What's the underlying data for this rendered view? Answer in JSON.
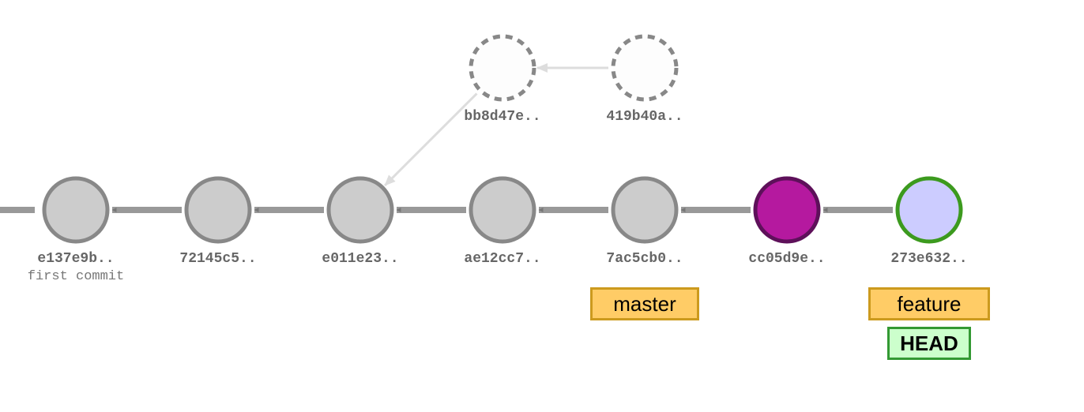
{
  "commits": [
    {
      "id": "e137e9b",
      "label": "e137e9b..",
      "message": "first commit",
      "fill": "#cccccc",
      "stroke": "#888888",
      "style": "solid"
    },
    {
      "id": "72145c5",
      "label": "72145c5..",
      "message": "",
      "fill": "#cccccc",
      "stroke": "#888888",
      "style": "solid"
    },
    {
      "id": "e011e23",
      "label": "e011e23..",
      "message": "",
      "fill": "#cccccc",
      "stroke": "#888888",
      "style": "solid"
    },
    {
      "id": "ae12cc7",
      "label": "ae12cc7..",
      "message": "",
      "fill": "#cccccc",
      "stroke": "#888888",
      "style": "solid"
    },
    {
      "id": "7ac5cb0",
      "label": "7ac5cb0..",
      "message": "",
      "fill": "#cccccc",
      "stroke": "#888888",
      "style": "solid"
    },
    {
      "id": "cc05d9e",
      "label": "cc05d9e..",
      "message": "",
      "fill": "#b5199f",
      "stroke": "#5e105a",
      "style": "solid"
    },
    {
      "id": "273e632",
      "label": "273e632..",
      "message": "",
      "fill": "#ccccff",
      "stroke": "#3c9a1e",
      "style": "solid"
    },
    {
      "id": "bb8d47e",
      "label": "bb8d47e..",
      "message": "",
      "fill": "#fdfdfd",
      "stroke": "#888888",
      "style": "dashed"
    },
    {
      "id": "419b40a",
      "label": "419b40a..",
      "message": "",
      "fill": "#fdfdfd",
      "stroke": "#888888",
      "style": "dashed"
    }
  ],
  "edges": [
    {
      "from": "72145c5",
      "to": "e137e9b",
      "style": "main"
    },
    {
      "from": "e011e23",
      "to": "72145c5",
      "style": "main"
    },
    {
      "from": "ae12cc7",
      "to": "e011e23",
      "style": "main"
    },
    {
      "from": "7ac5cb0",
      "to": "ae12cc7",
      "style": "main"
    },
    {
      "from": "cc05d9e",
      "to": "7ac5cb0",
      "style": "main"
    },
    {
      "from": "273e632",
      "to": "cc05d9e",
      "style": "main"
    },
    {
      "from": "419b40a",
      "to": "bb8d47e",
      "style": "ghost"
    },
    {
      "from": "bb8d47e",
      "to": "e011e23",
      "style": "ghost"
    }
  ],
  "branches": [
    {
      "name": "master",
      "commit": "7ac5cb0"
    },
    {
      "name": "feature",
      "commit": "273e632"
    }
  ],
  "head": {
    "label": "HEAD",
    "branch": "feature"
  },
  "colors": {
    "main_edge": "#999999",
    "main_arrow": "#777777",
    "ghost_edge": "#dddddd",
    "branch_fill": "#ffcc66",
    "branch_border": "#cc9a1e",
    "head_fill": "#ccffcc",
    "head_border": "#339933"
  }
}
